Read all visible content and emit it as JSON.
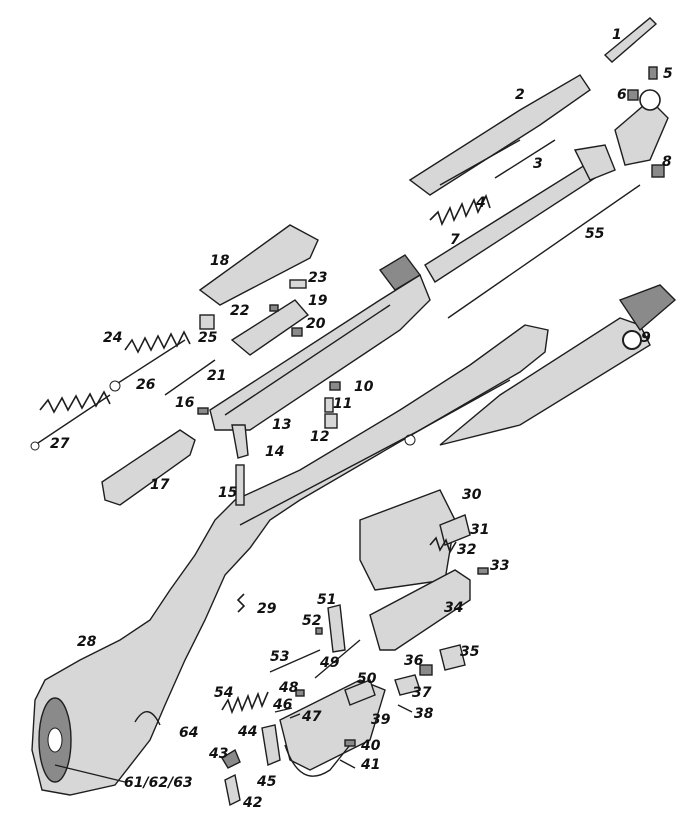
{
  "labels": {
    "p1": "1",
    "p2": "2",
    "p3": "3",
    "p4": "4",
    "p5": "5",
    "p6": "6",
    "p7": "7",
    "p8": "8",
    "p9": "9",
    "p10": "10",
    "p11": "11",
    "p12": "12",
    "p13": "13",
    "p14": "14",
    "p15": "15",
    "p16": "16",
    "p17": "17",
    "p18": "18",
    "p19": "19",
    "p20": "20",
    "p21": "21",
    "p22": "22",
    "p23": "23",
    "p24": "24",
    "p25": "25",
    "p26": "26",
    "p27": "27",
    "p28": "28",
    "p29": "29",
    "p30": "30",
    "p31": "31",
    "p32": "32",
    "p33": "33",
    "p34": "34",
    "p35": "35",
    "p36": "36",
    "p37": "37",
    "p38": "38",
    "p39": "39",
    "p40": "40",
    "p41": "41",
    "p42": "42",
    "p43": "43",
    "p44": "44",
    "p45": "45",
    "p46": "46",
    "p47": "47",
    "p48": "48",
    "p49": "49",
    "p50": "50",
    "p51": "51",
    "p52": "52",
    "p53": "53",
    "p54": "54",
    "p55": "55",
    "p61_62_63": "61/62/63",
    "p64": "64"
  }
}
